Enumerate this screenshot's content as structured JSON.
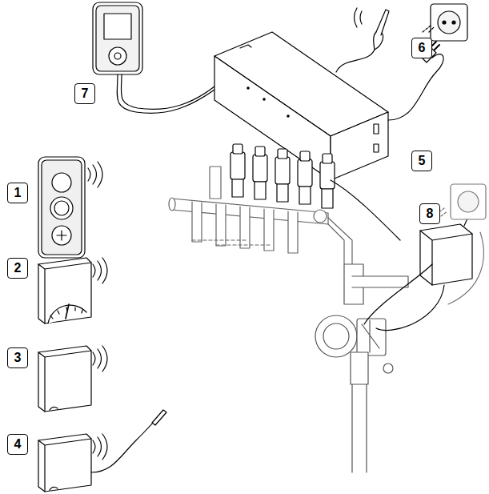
{
  "diagram": {
    "labels": [
      "7",
      "6",
      "1",
      "5",
      "2",
      "8",
      "3",
      "4"
    ]
  }
}
